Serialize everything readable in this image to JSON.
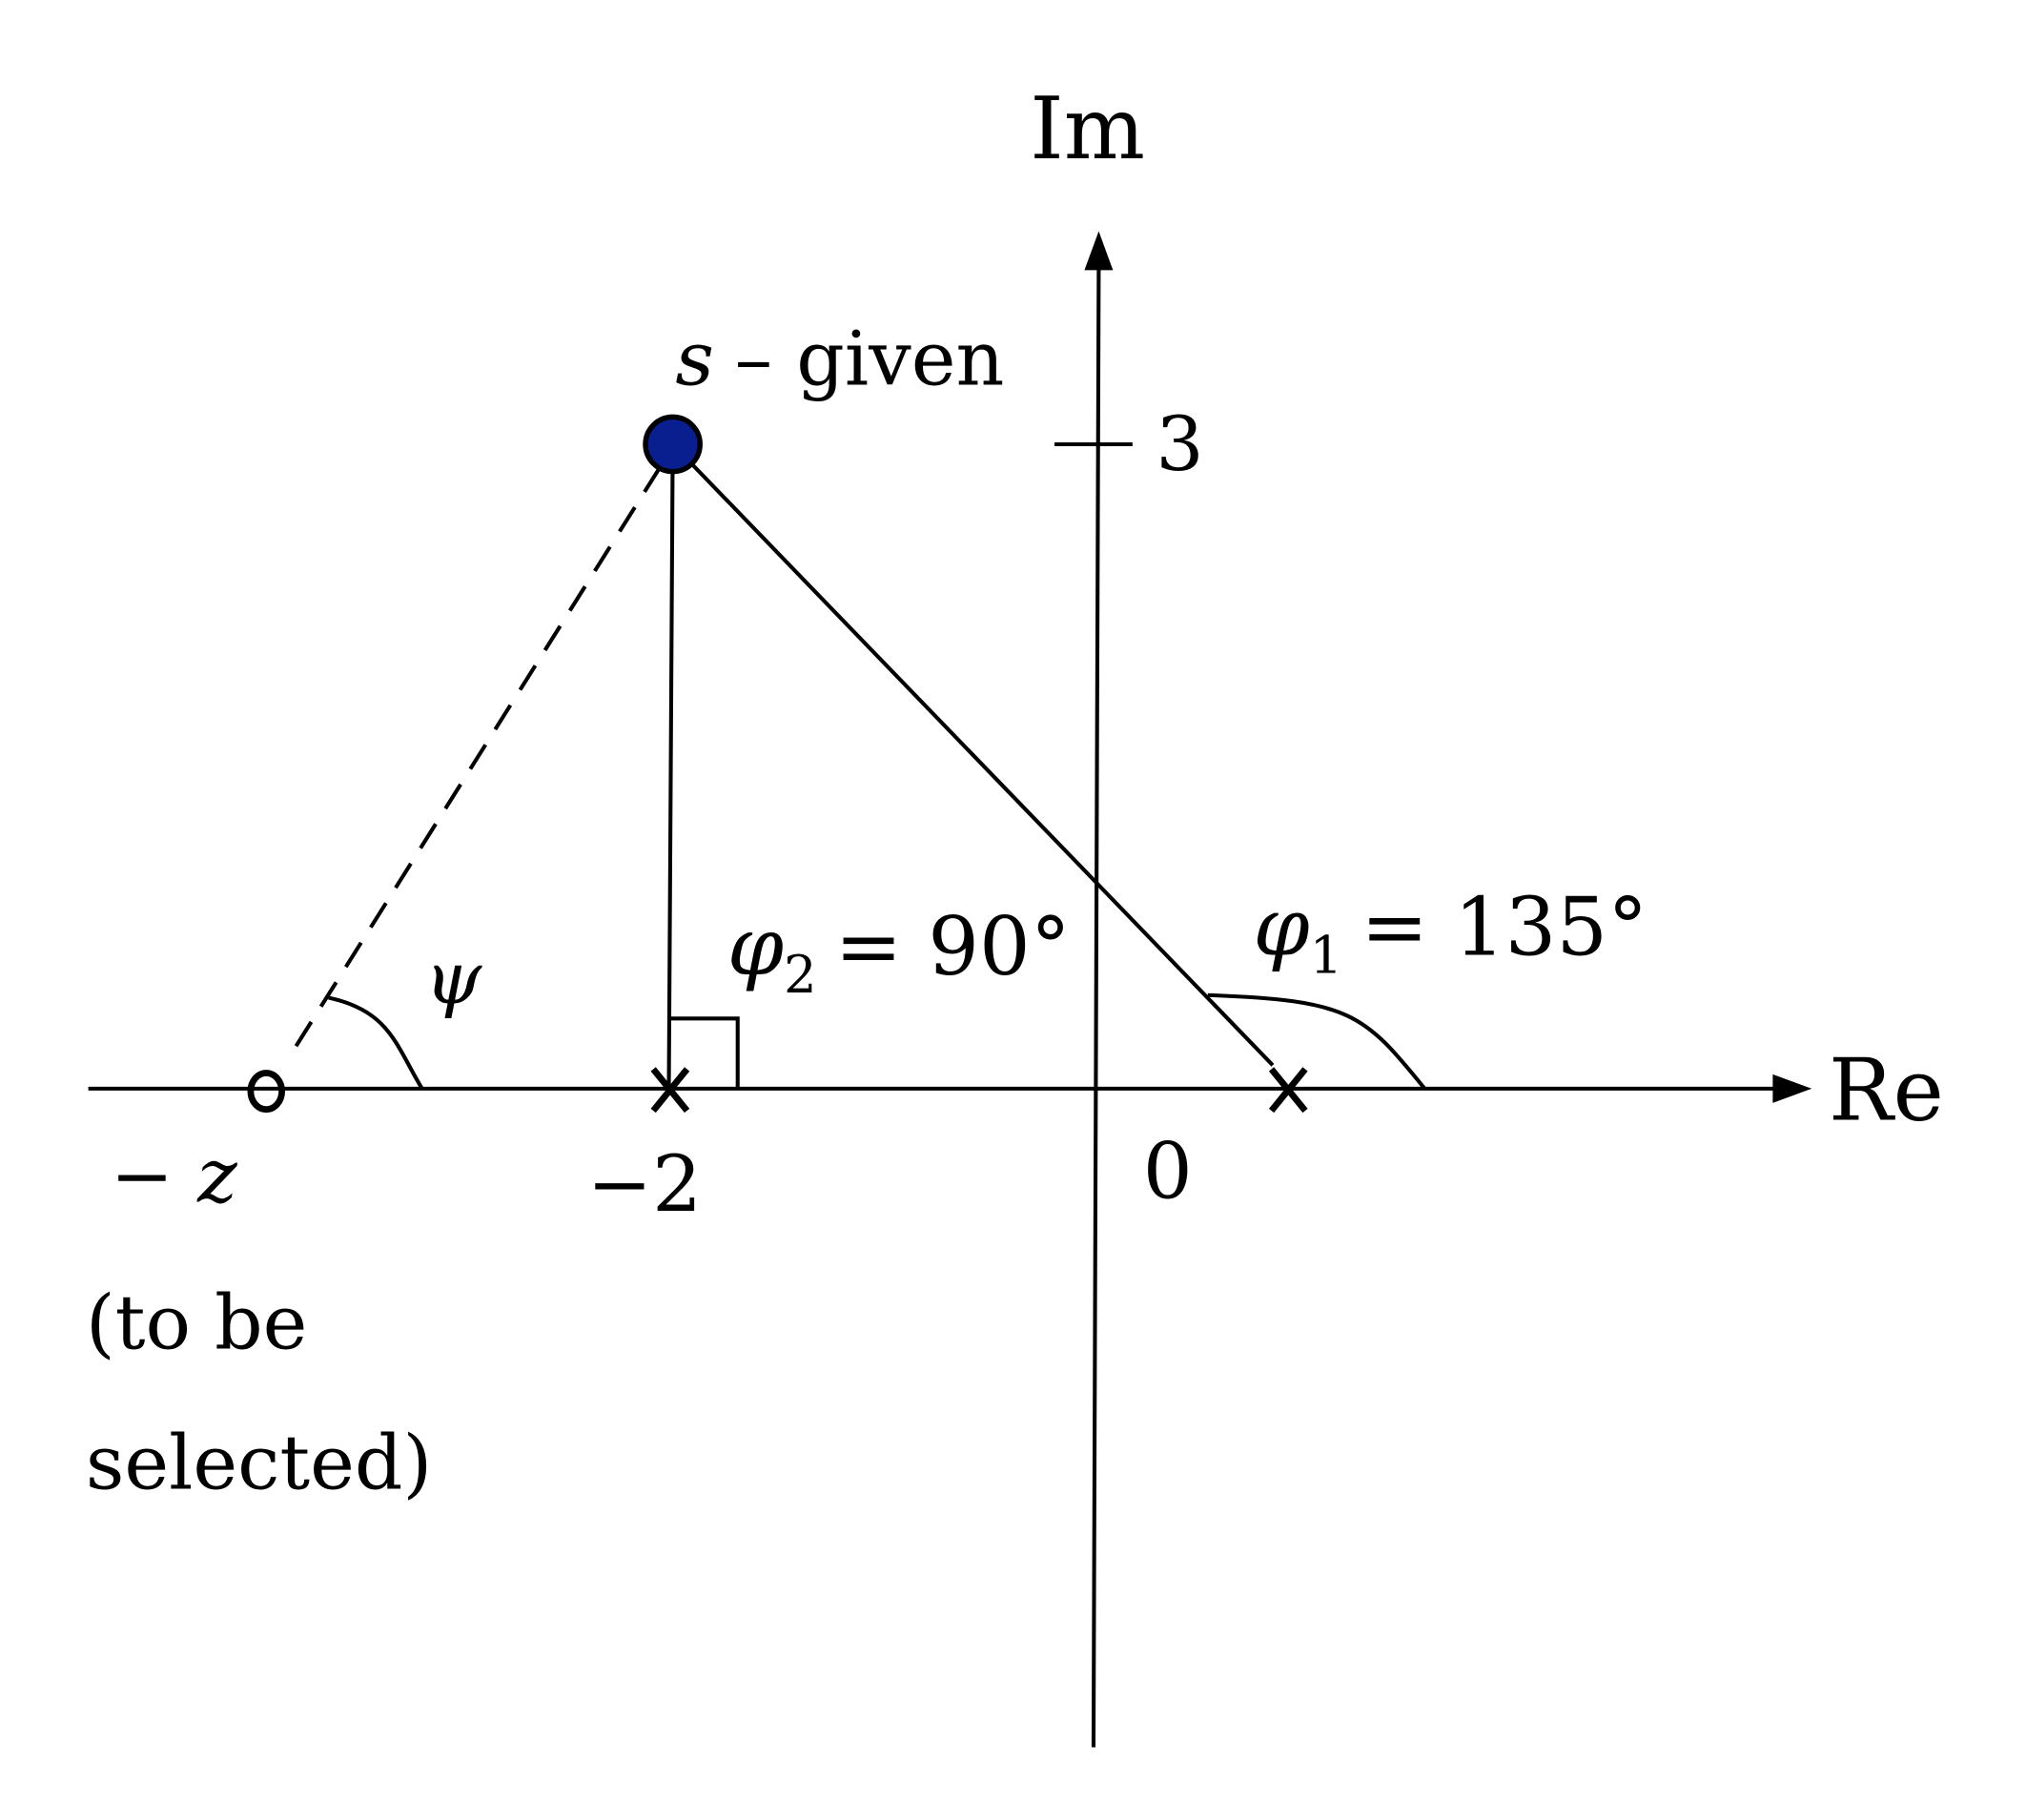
{
  "axes": {
    "real_label": "Re",
    "imag_label": "Im",
    "origin_label": "0",
    "imag_tick_label": "3",
    "real_tick_label": "−2"
  },
  "point_s": {
    "label_var": "s",
    "label_text": "– given",
    "color": "#0a1f8f"
  },
  "zero": {
    "label": "− z",
    "note_line1": "(to be",
    "note_line2": "selected)"
  },
  "angles": {
    "psi": "ψ",
    "phi2_var": "φ",
    "phi2_sub": "2",
    "phi2_value": "= 90°",
    "phi1_var": "φ",
    "phi1_sub": "1",
    "phi1_value": "= 135°"
  }
}
